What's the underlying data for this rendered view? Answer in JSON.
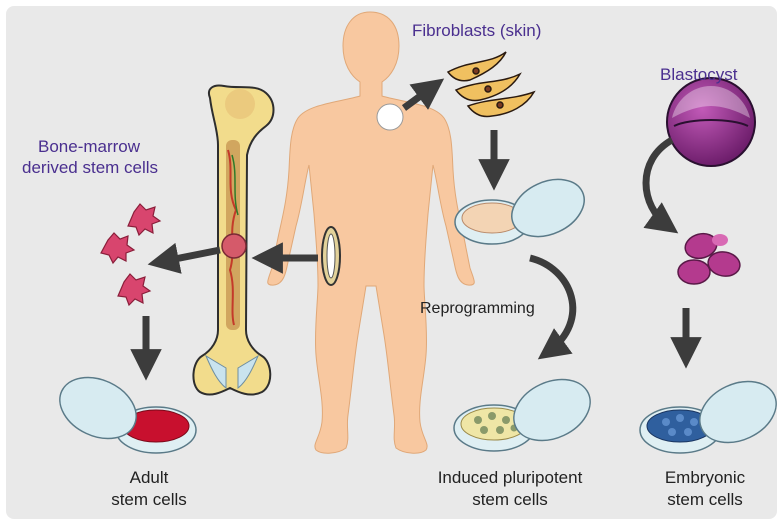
{
  "labels": {
    "fibroblasts": "Fibroblasts (skin)",
    "blastocyst": "Blastocyst",
    "bone_marrow_line1": "Bone-marrow",
    "bone_marrow_line2": "derived stem cells",
    "reprogramming": "Reprogramming",
    "adult_line1": "Adult",
    "adult_line2": "stem cells",
    "ipsc_line1": "Induced pluripotent",
    "ipsc_line2": "stem cells",
    "embryonic_line1": "Embryonic",
    "embryonic_line2": "stem cells"
  },
  "colors": {
    "background": "#e9e9e9",
    "skin": "#f8c8a0",
    "label_purple": "#4a2f8f",
    "arrow": "#3c3c3c",
    "bone": "#f2dc8c",
    "marrow_cell": "#d8456e",
    "adult_dish_medium": "#c8102e",
    "ipsc_dish_medium": "#efe6a6",
    "embryonic_dish_medium": "#2f5f9e",
    "blastocyst": "#8e2a8c",
    "embryonic_cell": "#b43a8e",
    "fibroblast": "#7a3a22"
  },
  "icons": [
    "human-body-icon",
    "femur-bone-icon",
    "petri-dish-icon",
    "fibroblast-cells-icon",
    "blastocyst-icon",
    "stem-cell-icon",
    "arrow-icon"
  ]
}
